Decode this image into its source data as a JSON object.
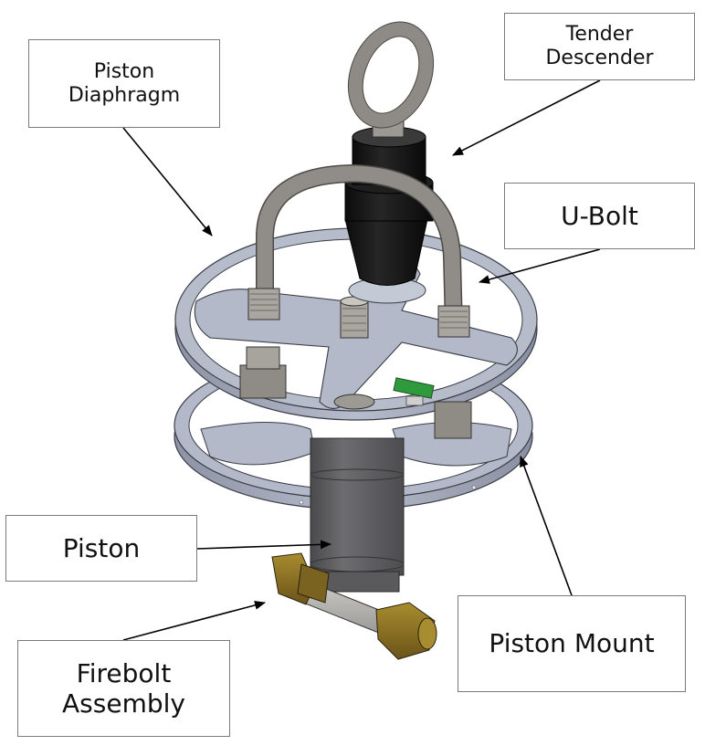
{
  "diagram": {
    "subject": "Piston diaphragm release assembly (CAD render)",
    "colors": {
      "ring_metal": "#a9afbf",
      "ring_edge": "#7c8294",
      "u_bolt": "#8e8a86",
      "descender_black": "#141414",
      "piston_gray": "#5f5f61",
      "brass": "#8c7424",
      "pcb_green": "#2e9a3c",
      "arrow": "#000000",
      "box_border": "#7a7a7a"
    },
    "labels": [
      {
        "id": "piston-diaphragm",
        "lines": [
          "Piston",
          "Diaphragm"
        ],
        "points_to": "upper ring plate"
      },
      {
        "id": "tender-descender",
        "lines": [
          "Tender",
          "Descender"
        ],
        "points_to": "black eye-bolt body"
      },
      {
        "id": "u-bolt",
        "lines": [
          "U-Bolt"
        ],
        "points_to": "curved U-bolt"
      },
      {
        "id": "piston",
        "lines": [
          "Piston"
        ],
        "points_to": "gray cylinder"
      },
      {
        "id": "firebolt-assembly",
        "lines": [
          "Firebolt",
          "Assembly"
        ],
        "points_to": "brass fitting"
      },
      {
        "id": "piston-mount",
        "lines": [
          "Piston Mount"
        ],
        "points_to": "lower ring plate"
      }
    ]
  }
}
